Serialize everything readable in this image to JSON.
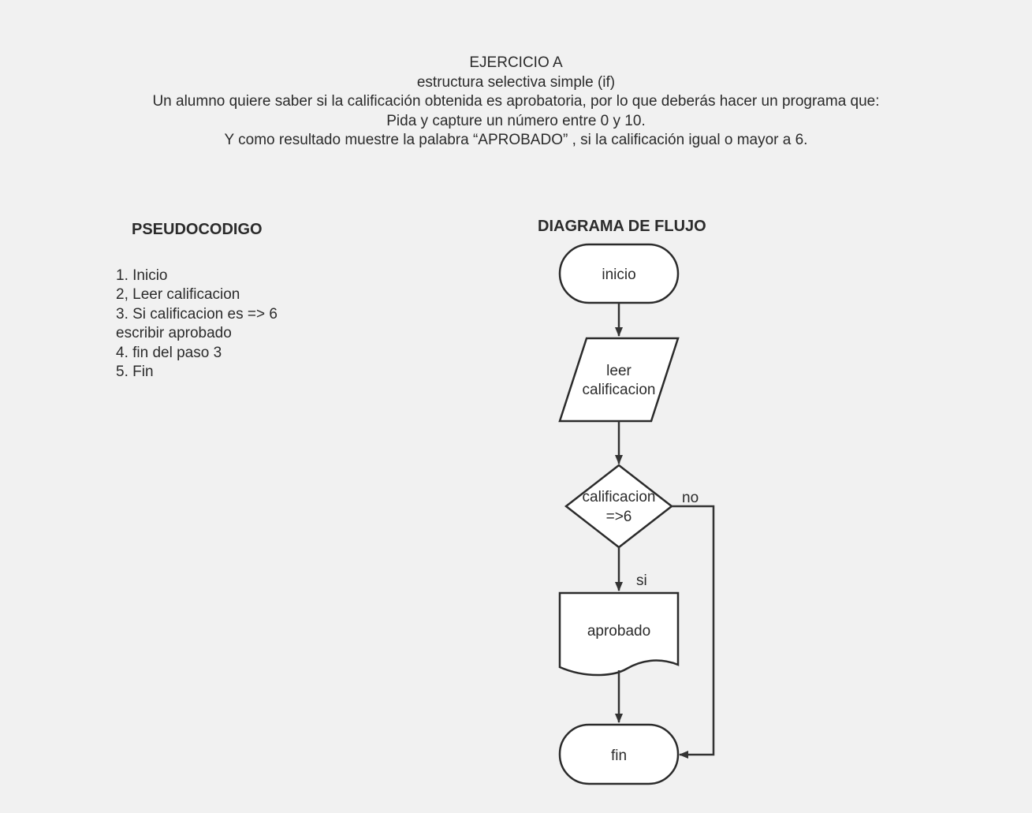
{
  "header": {
    "title": "EJERCICIO A",
    "subtitle": "estructura selectiva simple (if)",
    "lines": [
      "Un alumno quiere saber si la calificación obtenida es aprobatoria, por lo que deberás hacer un programa que:",
      "Pida y capture un número entre 0 y 10.",
      "Y como resultado muestre la palabra   “APROBADO”  , si la calificación igual o mayor a 6."
    ]
  },
  "pseudocode": {
    "title": "PSEUDOCODIGO",
    "lines": [
      "1. Inicio",
      "2, Leer calificacion",
      "3. Si calificacion es => 6",
      "escribir aprobado",
      "4. fin del paso 3",
      "5. Fin"
    ]
  },
  "flowchart": {
    "title": "DIAGRAMA DE FLUJO",
    "start_label": "inicio",
    "input_label_line1": "leer",
    "input_label_line2": "calificacion",
    "decision_label_line1": "calificacion",
    "decision_label_line2": "=>6",
    "yes_label": "si",
    "no_label": "no",
    "output_label": "aprobado",
    "end_label": "fin"
  }
}
